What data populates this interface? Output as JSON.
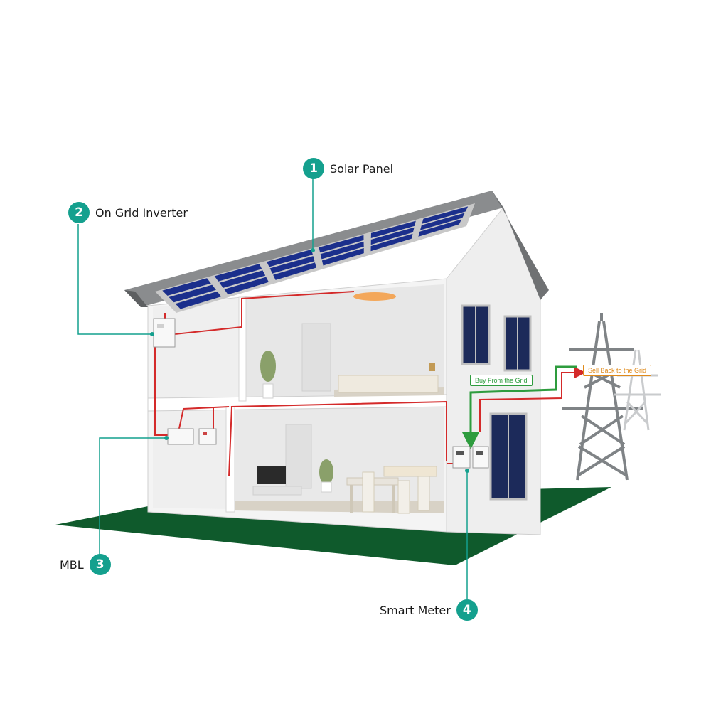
{
  "callouts": [
    {
      "num": "1",
      "label": "Solar Panel"
    },
    {
      "num": "2",
      "label": "On Grid Inverter"
    },
    {
      "num": "3",
      "label": "MBL"
    },
    {
      "num": "4",
      "label": "Smart Meter"
    }
  ],
  "flow_labels": {
    "buy": "Buy From the Grid",
    "sell": "Sell Back to the Grid"
  },
  "colors": {
    "accent": "#14a08e",
    "wire": "#d42a2a",
    "buy": "#2e9c3e",
    "sell": "#e08a1a",
    "ground": "#0f5a2c",
    "panel": "#1b2f8c",
    "roof": "#8a8c8e",
    "tower": "#7f8386"
  }
}
